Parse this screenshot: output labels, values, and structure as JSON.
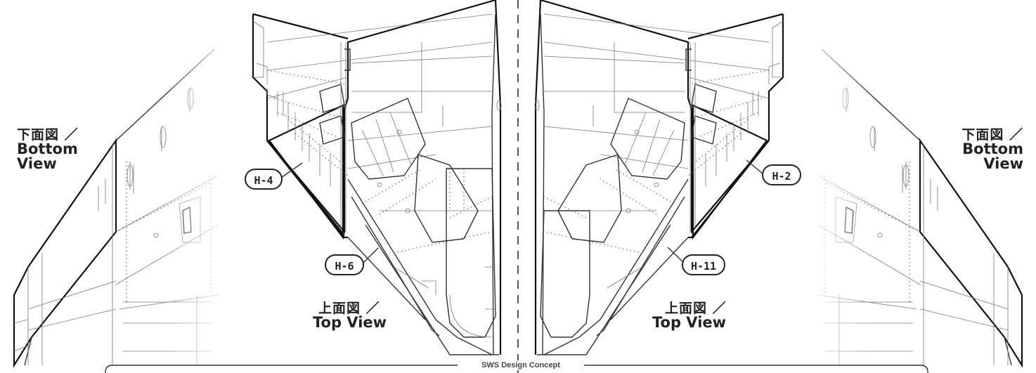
{
  "labels": {
    "bottom_view_jp": "下面図 ／",
    "bottom_view_en_1": "Bottom",
    "bottom_view_en_2": "View",
    "top_view_jp": "上面図 ／",
    "top_view_en": "Top View"
  },
  "callouts": {
    "h4": "H-4",
    "h6": "H-6",
    "h2": "H-2",
    "h11": "H-11"
  },
  "footer": {
    "title": "SWS Design Concept"
  },
  "colors": {
    "outline": "#111111",
    "panel_line": "#777777",
    "background": "#ffffff"
  }
}
